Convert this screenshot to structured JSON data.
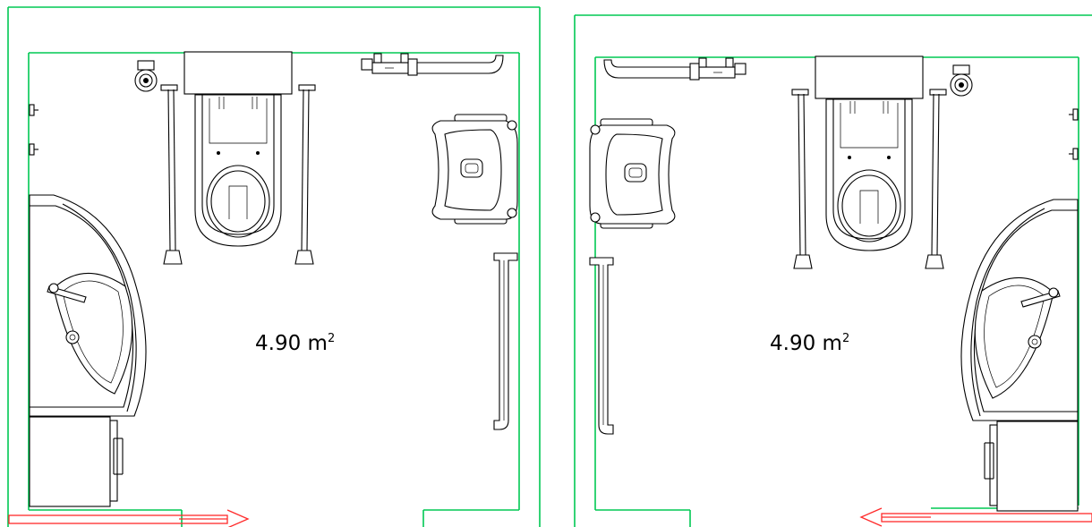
{
  "plans": [
    {
      "area_value": "4.90 m",
      "area_sup": "2"
    },
    {
      "area_value": "4.90 m",
      "area_sup": "2"
    }
  ],
  "colors": {
    "wall": "#00c853",
    "line": "#000000",
    "door": "#ff2a2a"
  }
}
